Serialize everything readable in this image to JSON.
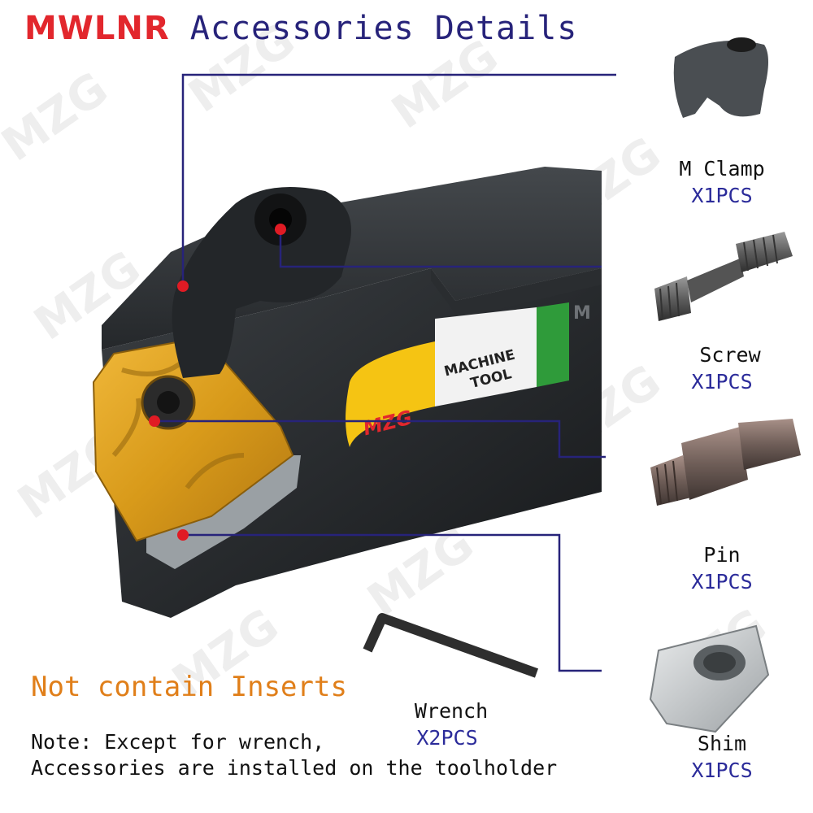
{
  "title": {
    "model": "MWLNR",
    "rest": "Accessories Details"
  },
  "brand": {
    "logo": "MZG",
    "badge_line1": "MACHINE",
    "badge_line2": "TOOL",
    "body_mark": "M",
    "watermark": "MZG"
  },
  "accessories": [
    {
      "name": "M Clamp",
      "qty": "X1PCS"
    },
    {
      "name": "Screw",
      "qty": "X1PCS"
    },
    {
      "name": "Pin",
      "qty": "X1PCS"
    },
    {
      "name": "Shim",
      "qty": "X1PCS"
    }
  ],
  "wrench": {
    "name": "Wrench",
    "qty": "X2PCS"
  },
  "warning": "Not contain Inserts",
  "note": {
    "line1": "Note: Except for wrench,",
    "line2": "Accessories are installed on the toolholder"
  },
  "colors": {
    "title_model": "#e2272d",
    "title_text": "#27237a",
    "leader": "#27237a",
    "marker": "#e01b24",
    "insert": "#d89a1a",
    "warning": "#e07f1a",
    "qty": "#2b2b9a"
  }
}
